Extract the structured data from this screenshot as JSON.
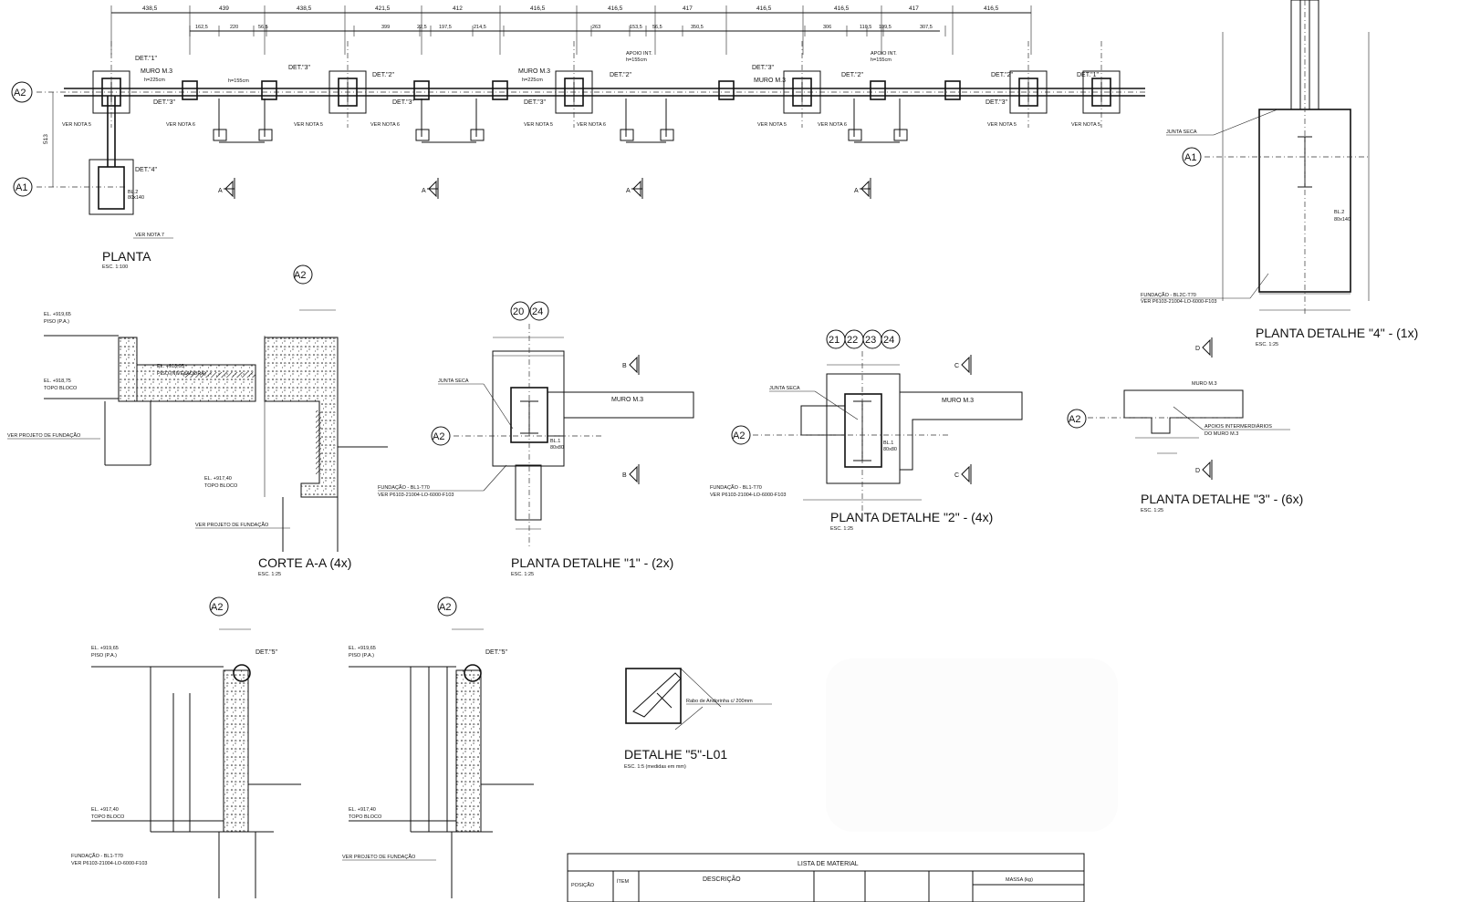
{
  "titles": {
    "planta": {
      "name": "PLANTA",
      "scale": "ESC. 1:100"
    },
    "corte": {
      "name": "CORTE A-A (4x)",
      "scale": "ESC. 1:25"
    },
    "det1": {
      "name": "PLANTA DETALHE \"1\"  - (2x)",
      "scale": "ESC. 1:25"
    },
    "det2": {
      "name": "PLANTA DETALHE \"2\"  - (4x)",
      "scale": "ESC. 1:25"
    },
    "det3": {
      "name": "PLANTA DETALHE \"3\"  - (6x)",
      "scale": "ESC. 1:25"
    },
    "det4": {
      "name": "PLANTA DETALHE \"4\"  - (1x)",
      "scale": "ESC. 1:25"
    },
    "det5": {
      "name": "DETALHE \"5\"-L01",
      "scale": "ESC. 1:5 (medidas em mm)"
    }
  },
  "axes": {
    "a2": "A2",
    "a1": "A1",
    "n20": "20",
    "n24": "24",
    "n21": "21",
    "n22": "22",
    "n23": "23"
  },
  "top_dims": [
    "438,5",
    "439",
    "438,5",
    "421,5",
    "412",
    "416,5",
    "416,5",
    "417",
    "416,5",
    "416,5",
    "417",
    "416,5"
  ],
  "sub_dims": [
    "162,5",
    "220",
    "56,5",
    "399",
    "22,5",
    "197,5",
    "214,5",
    "263",
    "153,5",
    "56,5",
    "350,5",
    "306",
    "110,5",
    "109,5",
    "307,5"
  ],
  "labels": {
    "muro": "MURO M.3",
    "h225": "h=225cm",
    "h155": "h=155cm",
    "apoio": "APOIO INT.",
    "det1": "DET.\"1\"",
    "det2": "DET.\"2\"",
    "det3": "DET.\"3\"",
    "det4": "DET.\"4\"",
    "det5": "DET.\"5\"",
    "nota5": "VER NOTA 5",
    "nota6": "VER NOTA 6",
    "nota7": "VER NOTA 7",
    "bl1": "BL.1",
    "bl2": "BL.2",
    "bl2size": "80x140",
    "bl1size": "80x80",
    "junta": "JUNTA SECA",
    "el_piso": "EL. +919,65",
    "piso_pa": "PISO (P.A.)",
    "el_topo": "EL. +918,75",
    "topo_bloco": "TOPO BLOCO",
    "el_niv": "EL. +918,95",
    "piso_niv": "PISO (NIVELADORA)",
    "el_917": "EL. +917,40",
    "ver_fund": "VER PROJETO DE FUNDAÇÃO",
    "fund_bl1": "FUNDAÇÃO - BL1-T70",
    "fund_bl2c": "FUNDAÇÃO - BL2C-T70",
    "ver_p6103": "VER P6103-21004-LO-6000-F103",
    "apoios": "APOIOS INTERMERDIÁRIOS",
    "do_muro": "DO MURO M.3",
    "rabo": "Rabo de Andorinha c/ 200mm",
    "dim_513": "513"
  },
  "section_marks": {
    "a": "A",
    "b": "B",
    "c": "C",
    "d": "D"
  },
  "table": {
    "title": "LISTA DE MATERIAL",
    "h_posicao": "POSIÇÃO",
    "h_item": "ÍTEM",
    "h_descricao": "DESCRIÇÃO",
    "h_massa": "MASSA (kg)"
  }
}
